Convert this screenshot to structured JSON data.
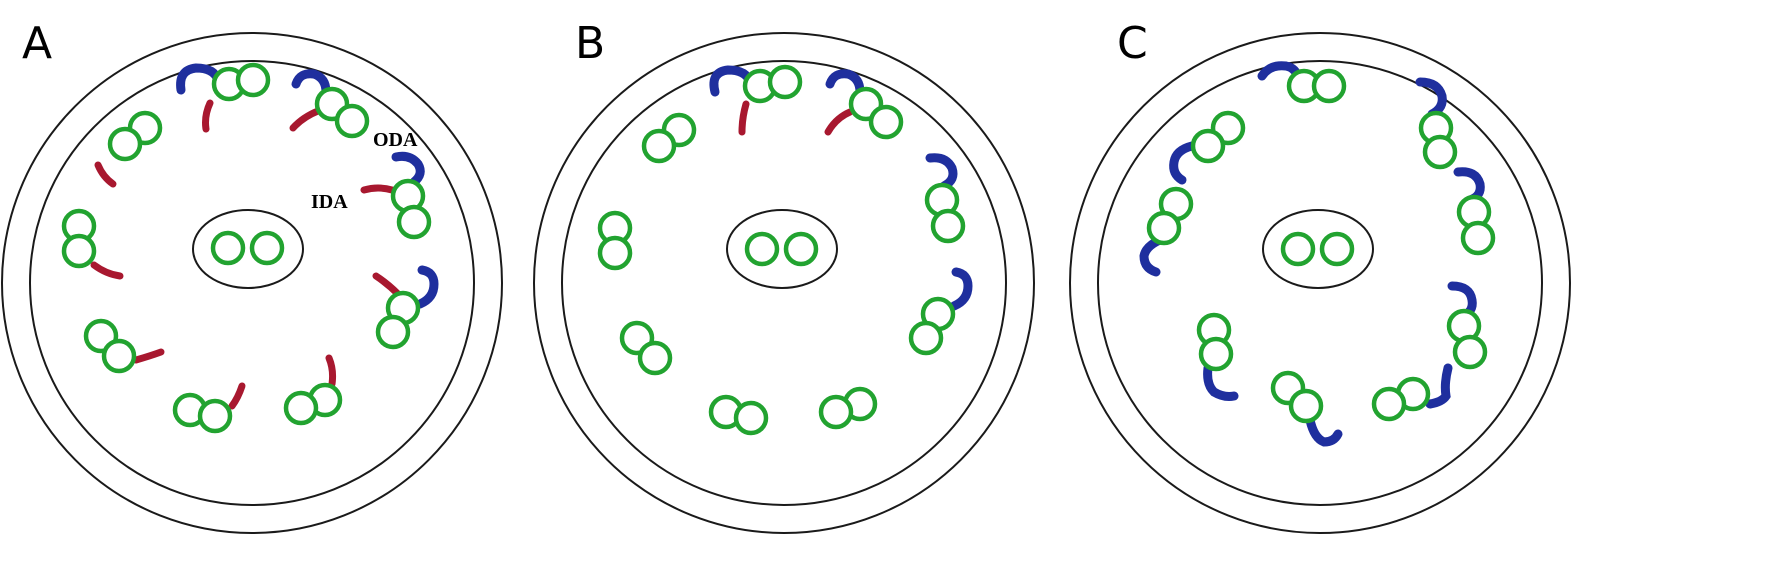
{
  "figure": {
    "panels": [
      {
        "label": "A",
        "outer_doublets": 9,
        "has_oda": true,
        "has_ida": true
      },
      {
        "label": "B",
        "outer_doublets": 9,
        "has_oda": true,
        "has_ida": "partial"
      },
      {
        "label": "C",
        "outer_doublets": 9,
        "has_oda": true,
        "has_ida": false
      }
    ],
    "annotations": {
      "oda": "ODA",
      "ida": "IDA"
    },
    "colors": {
      "microtubule": "#22a330",
      "oda": "#1f2f9e",
      "ida": "#a8182f",
      "outline": "#1a1a1a"
    }
  }
}
